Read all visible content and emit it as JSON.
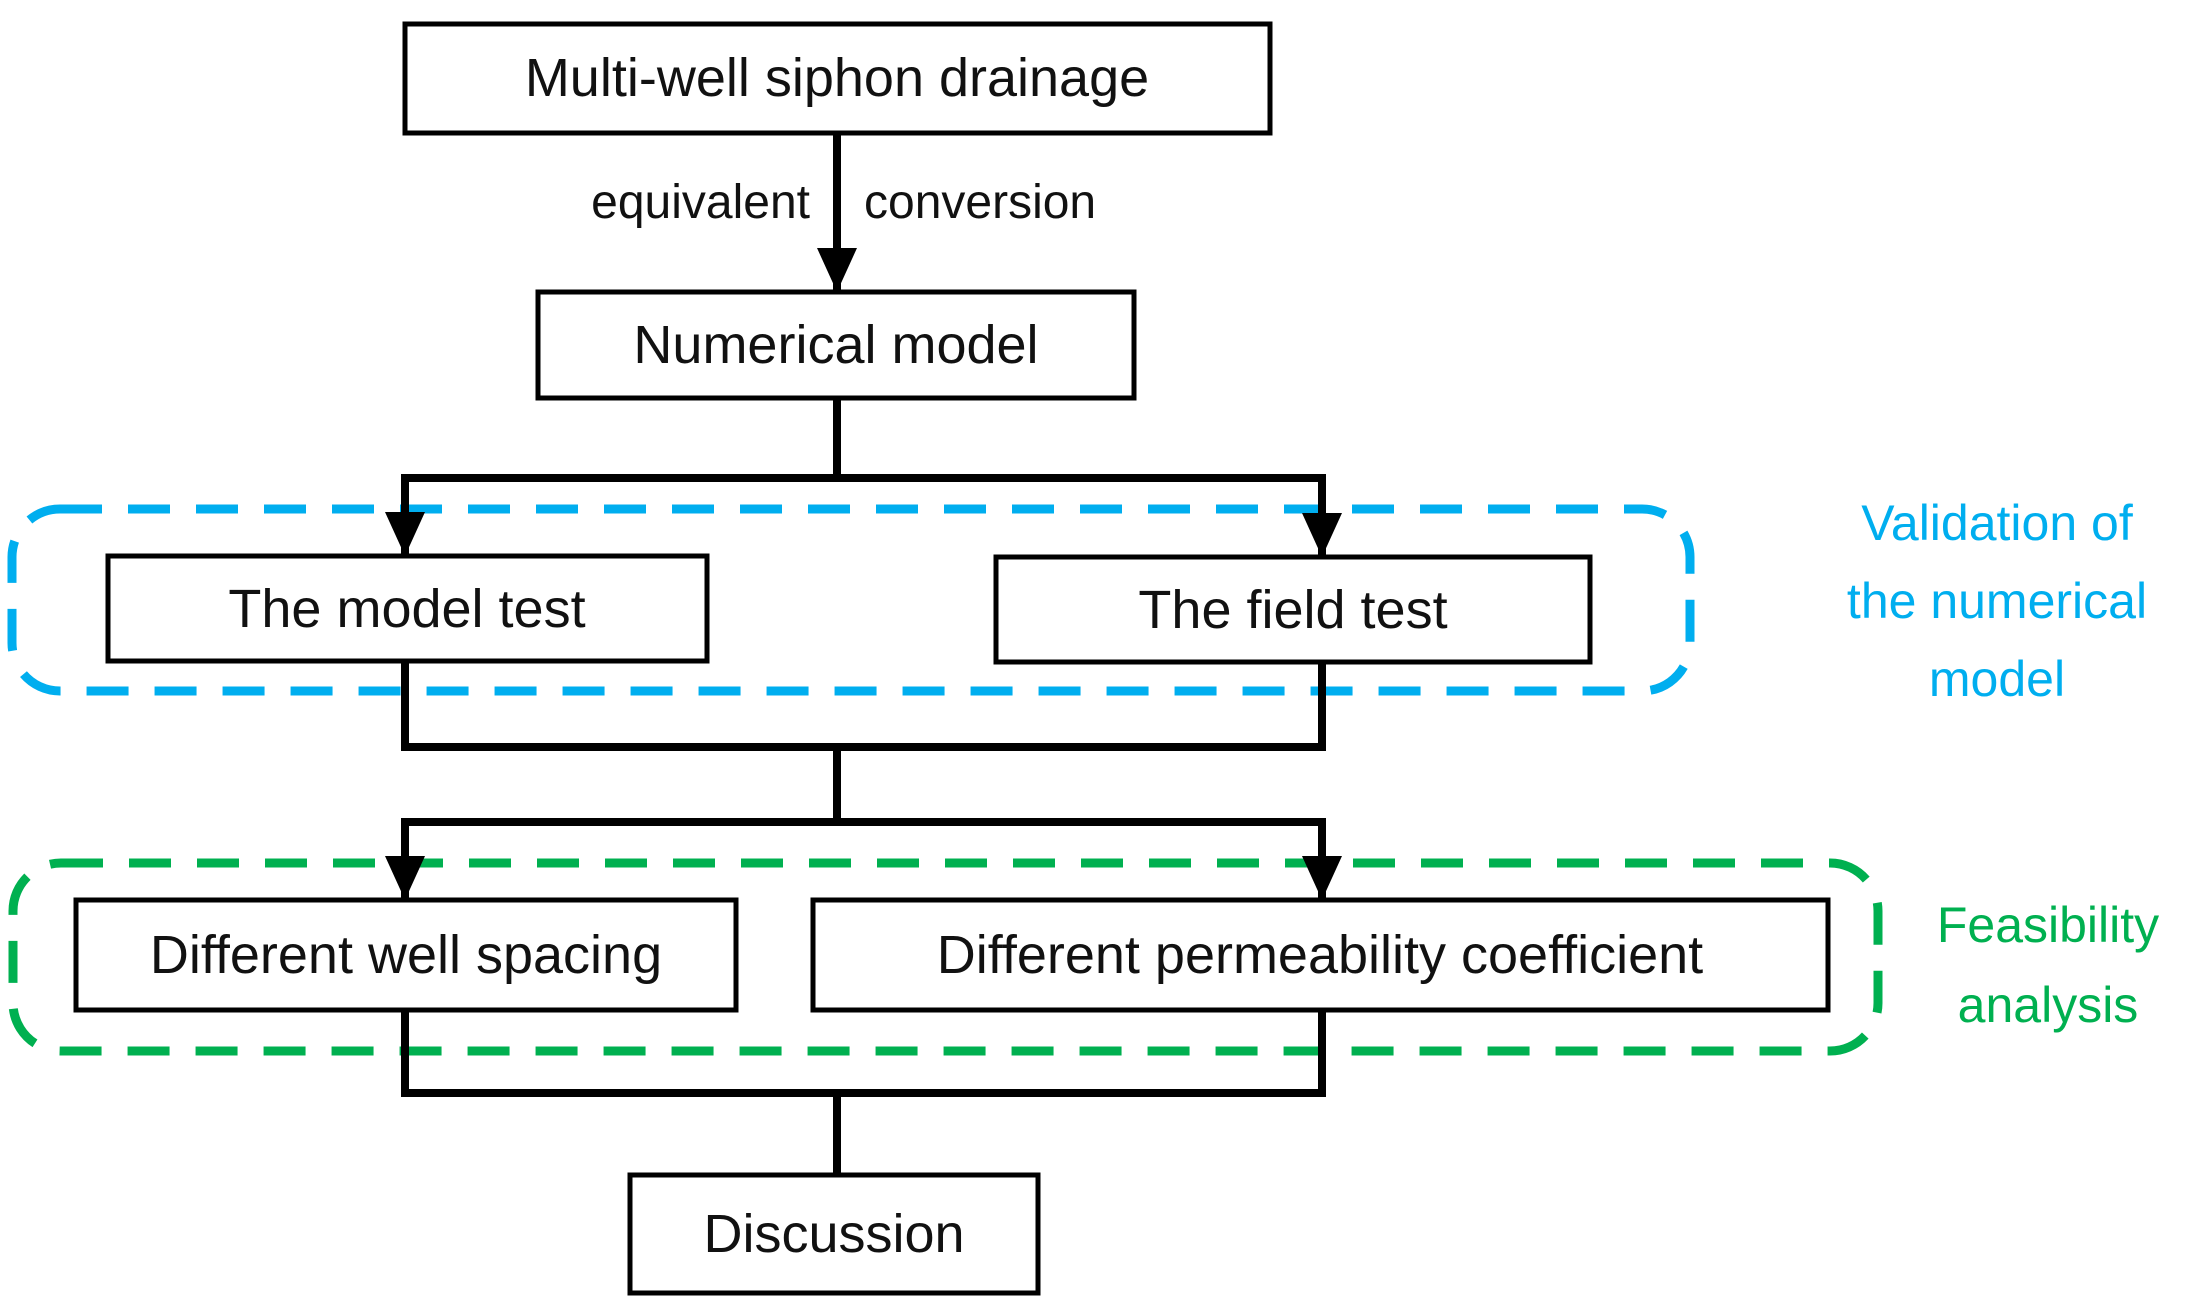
{
  "diagram": {
    "boxes": {
      "multi_well": "Multi-well siphon drainage",
      "numerical_model": "Numerical model",
      "model_test": "The model test",
      "field_test": "The field test",
      "well_spacing": "Different well spacing",
      "permeability": "Different permeability coefficient",
      "discussion": "Discussion"
    },
    "arrow_labels": {
      "left": "equivalent",
      "right": "conversion"
    },
    "validation_label": {
      "line1": "Validation of",
      "line2": "the numerical",
      "line3": "model"
    },
    "feasibility_label": {
      "line1": "Feasibility",
      "line2": "analysis"
    },
    "colors": {
      "validation_accent": "#00AEEF",
      "feasibility_accent": "#00B050",
      "connector": "#000000",
      "box_fill": "#FFFFFF",
      "box_border": "#000000"
    }
  }
}
